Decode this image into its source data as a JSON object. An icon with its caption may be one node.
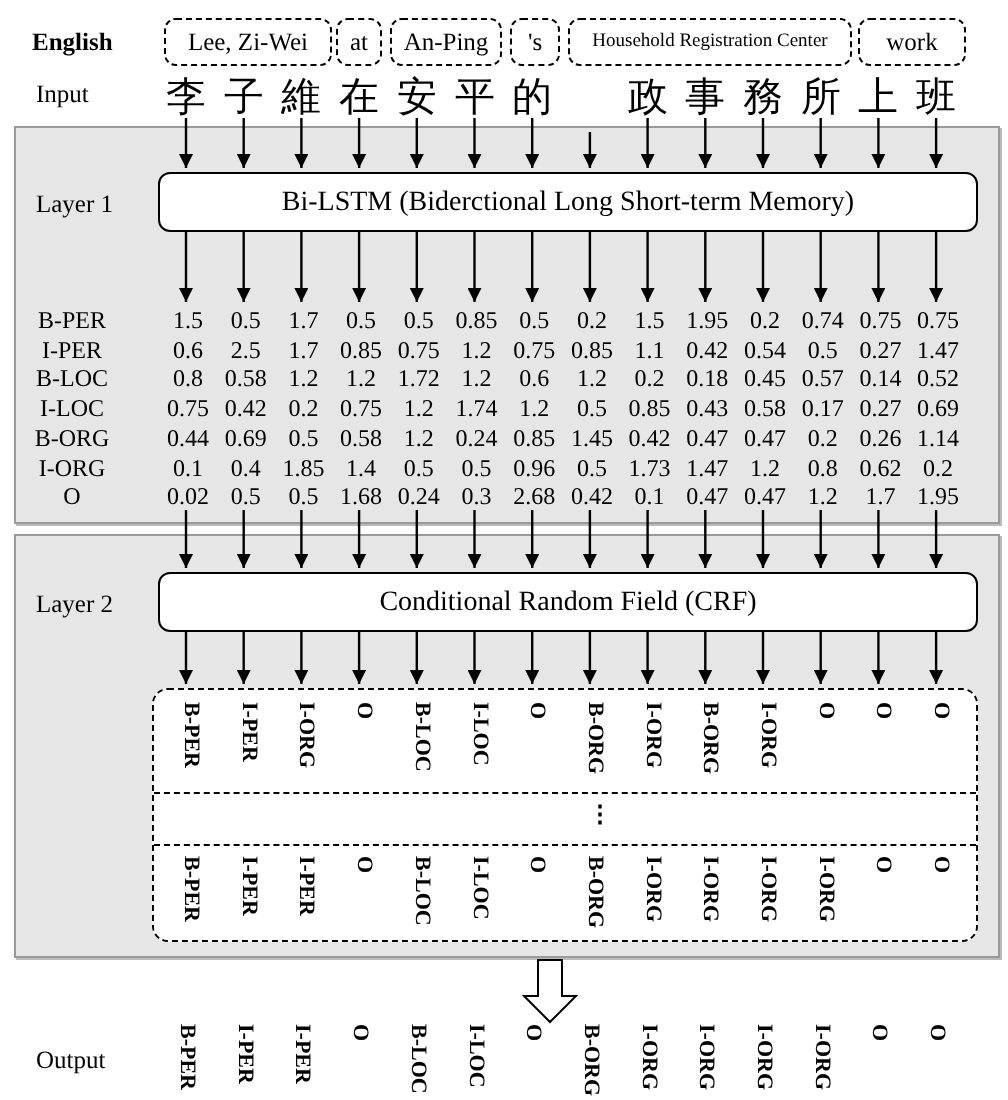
{
  "diagram": {
    "nodes": [
      {
        "text": [
          "Lee, Zi-Wei"
        ]
      },
      {
        "text": [
          "at"
        ]
      },
      {
        "text": [
          "An-Ping"
        ]
      },
      {
        "text": [
          "'s"
        ]
      },
      {
        "text": [
          "Household Registration Center"
        ]
      },
      {
        "text": [
          "work"
        ]
      },
      {
        "text": [
          "李"
        ]
      },
      {
        "text": [
          "子"
        ]
      },
      {
        "text": [
          "維"
        ]
      },
      {
        "text": [
          "在"
        ]
      },
      {
        "text": [
          "安"
        ]
      },
      {
        "text": [
          "平"
        ]
      },
      {
        "text": [
          "的"
        ]
      },
      {
        "text": [
          "政"
        ]
      },
      {
        "text": [
          "事"
        ]
      },
      {
        "text": [
          "務"
        ]
      },
      {
        "text": [
          "所"
        ]
      },
      {
        "text": [
          "上"
        ]
      },
      {
        "text": [
          "班"
        ]
      },
      {
        "text": [
          "Layer 1"
        ]
      },
      {
        "text": [
          "Bi-LSTM (Biderctional Long Short-term Memory)"
        ],
        "in": 19
      },
      {
        "text": [
          "1.5",
          "0.6",
          "0.8",
          "0.75",
          "0.44",
          "0.1",
          "0.02"
        ],
        "in": 19
      },
      {
        "text": [
          "0.5",
          "2.5",
          "0.58",
          "0.42",
          "0.69",
          "0.4",
          "0.5"
        ],
        "in": 19
      },
      {
        "text": [
          "1.7",
          "1.7",
          "1.2",
          "0.2",
          "0.5",
          "1.85",
          "0.5"
        ],
        "in": 19
      },
      {
        "text": [
          "0.5",
          "0.85",
          "1.2",
          "0.75",
          "0.58",
          "1.4",
          "1.68"
        ],
        "in": 19
      },
      {
        "text": [
          "0.5",
          "0.75",
          "1.72",
          "1.2",
          "1.2",
          "0.5",
          "0.24"
        ],
        "in": 19
      },
      {
        "text": [
          "0.85",
          "1.2",
          "1.2",
          "1.74",
          "0.24",
          "0.5",
          "0.3"
        ],
        "in": 19
      },
      {
        "text": [
          "0.5",
          "0.75",
          "0.6",
          "1.2",
          "0.85",
          "0.96",
          "2.68"
        ],
        "in": 19
      },
      {
        "text": [
          "0.2",
          "0.85",
          "1.2",
          "0.5",
          "1.45",
          "0.5",
          "0.42"
        ],
        "in": 19
      },
      {
        "text": [
          "1.5",
          "1.1",
          "0.2",
          "0.85",
          "0.42",
          "1.73",
          "0.1"
        ],
        "in": 19
      },
      {
        "text": [
          "1.95",
          "0.42",
          "0.18",
          "0.43",
          "0.47",
          "1.47",
          "0.47"
        ],
        "in": 19
      },
      {
        "text": [
          "0.2",
          "0.54",
          "0.45",
          "0.58",
          "0.47",
          "1.2",
          "0.47"
        ],
        "in": 19
      },
      {
        "text": [
          "0.74",
          "0.5",
          "0.57",
          "0.17",
          "0.2",
          "0.8",
          "1.2"
        ],
        "in": 19
      },
      {
        "text": [
          "0.75",
          "0.27",
          "0.14",
          "0.27",
          "0.26",
          "0.62",
          "1.7"
        ],
        "in": 19
      },
      {
        "text": [
          "0.75",
          "1.47",
          "0.52",
          "0.69",
          "1.14",
          "0.2",
          "1.95"
        ],
        "in": 19
      },
      {
        "text": [
          "Layer 2"
        ]
      },
      {
        "text": [
          "Conditional Random Field (CRF)"
        ],
        "in": 35
      },
      {
        "text": [
          "B-PER",
          "I-PER",
          "I-ORG",
          "O",
          "B-LOC",
          "I-LOC",
          "O",
          "B-ORG",
          "I-ORG",
          "B-ORG",
          "I-ORG",
          "O",
          "O",
          "O",
          "⋮",
          "B-PER",
          "I-PER",
          "I-PER",
          "O",
          "B-LOC",
          "I-LOC",
          "O",
          "B-ORG",
          "I-ORG",
          "I-ORG",
          "I-ORG",
          "I-ORG",
          "O",
          "O"
        ],
        "in": 35
      }
    ],
    "edges": [
      {
        "from": 6,
        "to": 20,
        "arrow": "to"
      },
      {
        "from": 7,
        "to": 20,
        "arrow": "to"
      },
      {
        "from": 8,
        "to": 20,
        "arrow": "to"
      },
      {
        "from": 9,
        "to": 20,
        "arrow": "to"
      },
      {
        "from": 10,
        "to": 20,
        "arrow": "to"
      },
      {
        "from": 11,
        "to": 20,
        "arrow": "to"
      },
      {
        "from": 12,
        "to": 20,
        "arrow": "to"
      },
      {
        "from": null,
        "to": 20,
        "arrow": "to"
      },
      {
        "from": 13,
        "to": 20,
        "arrow": "to"
      },
      {
        "from": 14,
        "to": 20,
        "arrow": "to"
      },
      {
        "from": 15,
        "to": 20,
        "arrow": "to"
      },
      {
        "from": 16,
        "to": 20,
        "arrow": "to"
      },
      {
        "from": 17,
        "to": 20,
        "arrow": "to"
      },
      {
        "from": 18,
        "to": 20,
        "arrow": "to"
      },
      {
        "from": 20,
        "to": 21,
        "arrow": "to"
      },
      {
        "from": 20,
        "to": 22,
        "arrow": "to"
      },
      {
        "from": 20,
        "to": 23,
        "arrow": "to"
      },
      {
        "from": 20,
        "to": 24,
        "arrow": "to"
      },
      {
        "from": 20,
        "to": 25,
        "arrow": "to"
      },
      {
        "from": 20,
        "to": 26,
        "arrow": "to"
      },
      {
        "from": 20,
        "to": 27,
        "arrow": "to"
      },
      {
        "from": 20,
        "to": 28,
        "arrow": "to"
      },
      {
        "from": 20,
        "to": 29,
        "arrow": "to"
      },
      {
        "from": 20,
        "to": 30,
        "arrow": "to"
      },
      {
        "from": 20,
        "to": 31,
        "arrow": "to"
      },
      {
        "from": 20,
        "to": 32,
        "arrow": "to"
      },
      {
        "from": 20,
        "to": 33,
        "arrow": "to"
      },
      {
        "from": 20,
        "to": 34,
        "arrow": "to"
      },
      {
        "from": 21,
        "to": 36,
        "arrow": "to"
      },
      {
        "from": 22,
        "to": 36,
        "arrow": "to"
      },
      {
        "from": 23,
        "to": 36,
        "arrow": "to"
      },
      {
        "from": 24,
        "to": 36,
        "arrow": "to"
      },
      {
        "from": 25,
        "to": 36,
        "arrow": "to"
      },
      {
        "from": 26,
        "to": 36,
        "arrow": "to"
      },
      {
        "from": 27,
        "to": 36,
        "arrow": "to"
      },
      {
        "from": 28,
        "to": 36,
        "arrow": "to"
      },
      {
        "from": 29,
        "to": 36,
        "arrow": "to"
      },
      {
        "from": 30,
        "to": 36,
        "arrow": "to"
      },
      {
        "from": 31,
        "to": 36,
        "arrow": "to"
      },
      {
        "from": 32,
        "to": 36,
        "arrow": "to"
      },
      {
        "from": 33,
        "to": 36,
        "arrow": "to"
      },
      {
        "from": 34,
        "to": 36,
        "arrow": "to"
      },
      {
        "from": 36,
        "to": 37,
        "arrow": "to"
      },
      {
        "from": 36,
        "to": 37,
        "arrow": "to"
      },
      {
        "from": 36,
        "to": 37,
        "arrow": "to"
      },
      {
        "from": 36,
        "to": 37,
        "arrow": "to"
      },
      {
        "from": 36,
        "to": 37,
        "arrow": "to"
      },
      {
        "from": 36,
        "to": 37,
        "arrow": "to"
      },
      {
        "from": 36,
        "to": 37,
        "arrow": "to"
      },
      {
        "from": 36,
        "to": 37,
        "arrow": "to"
      },
      {
        "from": 36,
        "to": 37,
        "arrow": "to"
      },
      {
        "from": 36,
        "to": 37,
        "arrow": "to"
      },
      {
        "from": 36,
        "to": 37,
        "arrow": "to"
      },
      {
        "from": 36,
        "to": 37,
        "arrow": "to"
      },
      {
        "from": 36,
        "to": 37,
        "arrow": "to"
      },
      {
        "from": 36,
        "to": 37,
        "arrow": "to"
      },
      {
        "from": 35,
        "to": null,
        "arrow": "to",
        "style": "thick"
      }
    ],
    "labels": [
      "English",
      "Input",
      "B-PER",
      "I-PER",
      "B-LOC",
      "I-LOC",
      "B-ORG",
      "I-ORG",
      "O",
      "Output",
      "B-PER",
      "I-PER",
      "I-PER",
      "O",
      "B-LOC",
      "I-LOC",
      "O",
      "B-ORG",
      "I-ORG",
      "I-ORG",
      "I-ORG",
      "I-ORG",
      "O",
      "O"
    ]
  }
}
